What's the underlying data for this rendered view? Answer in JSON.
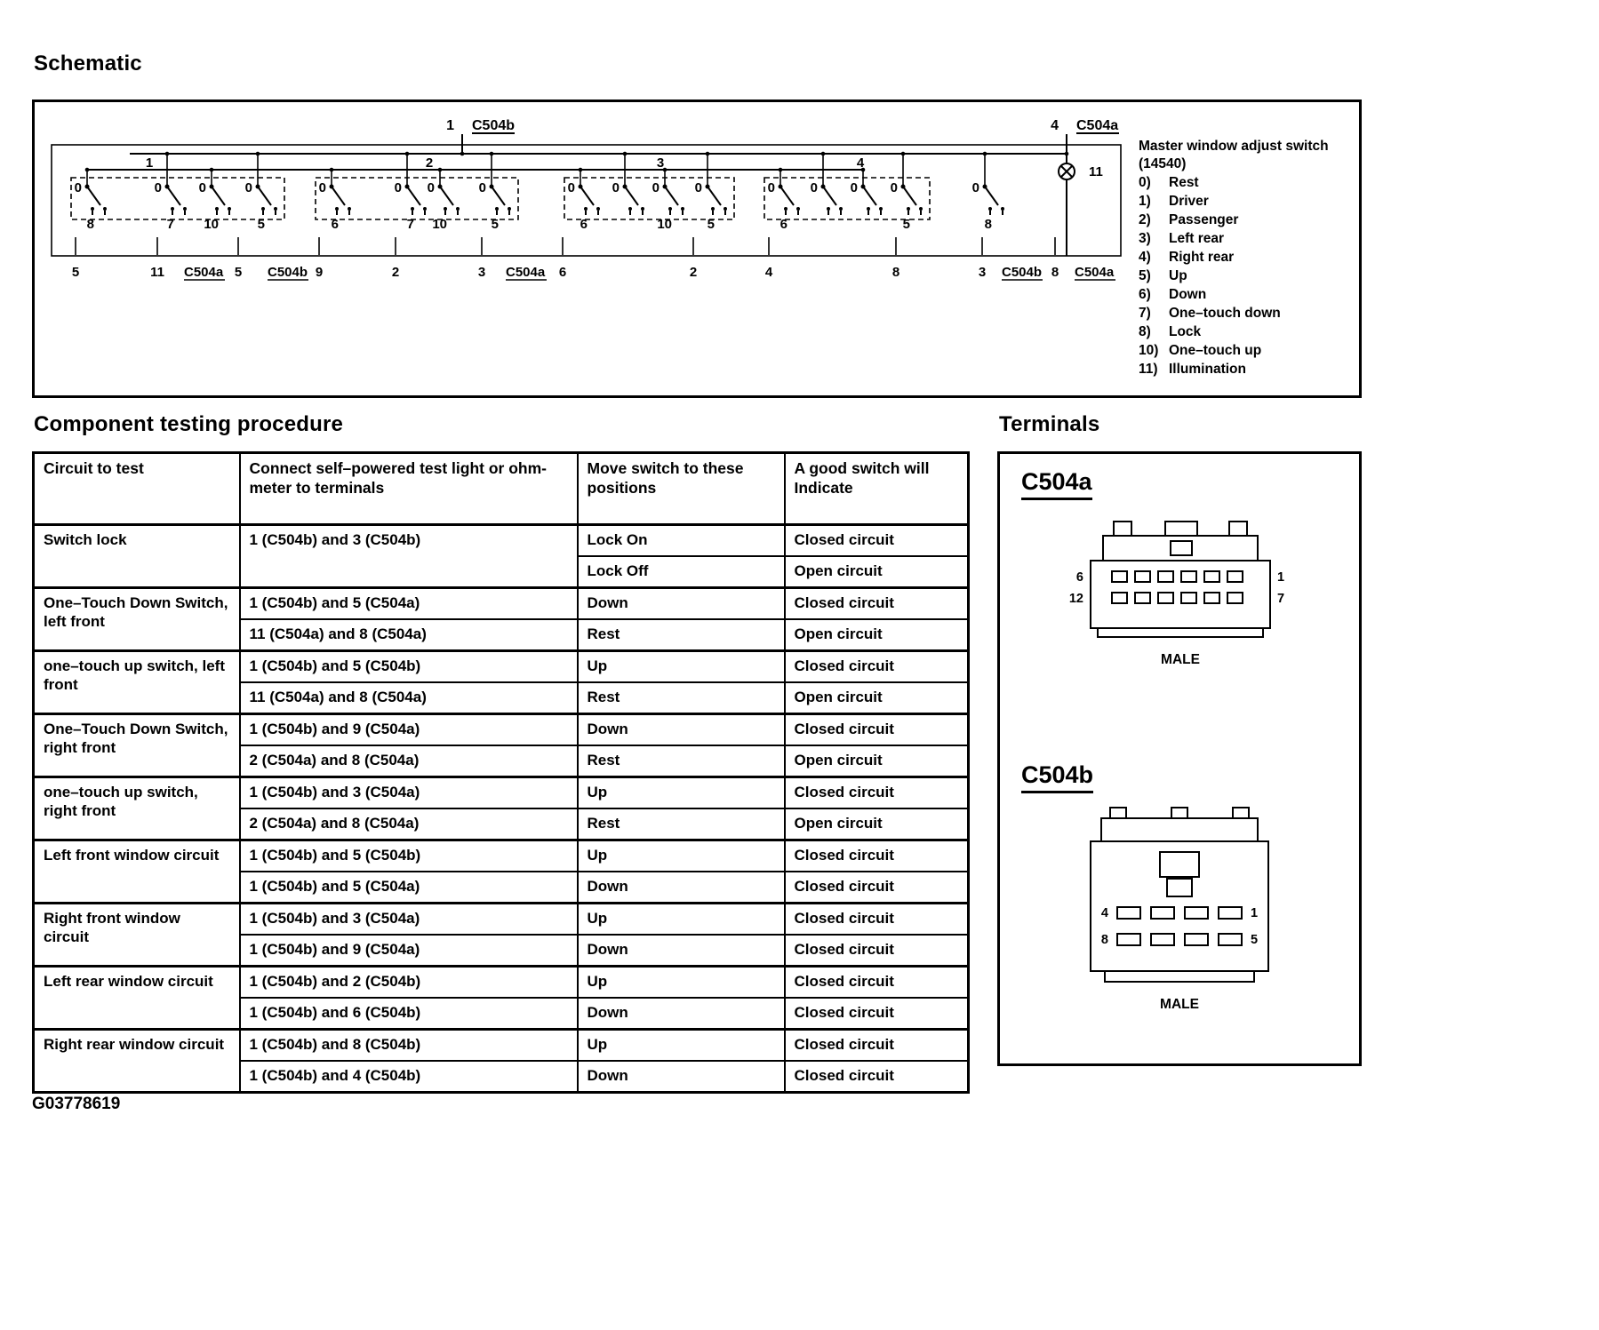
{
  "page": {
    "footer_code": "G03778619"
  },
  "schematic": {
    "title": "Schematic",
    "top_left_pin": "1",
    "top_left_connector": "C504b",
    "top_right_pin": "4",
    "top_right_connector": "C504a",
    "lamp_label": "11",
    "contact_label": "0",
    "group_labels": [
      "1",
      "2",
      "3",
      "4"
    ],
    "terminal_numbers": [
      "8",
      "7",
      "10",
      "5",
      "6",
      "7",
      "10",
      "5",
      "6",
      "10",
      "5",
      "6",
      "5",
      "8"
    ],
    "bottom_row": [
      "5",
      "11",
      "C504a",
      "5",
      "C504b",
      "9",
      "2",
      "3",
      "C504a",
      "6",
      "2",
      "4",
      "8",
      "3",
      "C504b",
      "8",
      "C504a"
    ],
    "legend": {
      "title_line1": "Master window adjust switch",
      "title_line2": "(14540)",
      "items": [
        {
          "num": "0)",
          "label": "Rest"
        },
        {
          "num": "1)",
          "label": "Driver"
        },
        {
          "num": "2)",
          "label": "Passenger"
        },
        {
          "num": "3)",
          "label": "Left rear"
        },
        {
          "num": "4)",
          "label": "Right rear"
        },
        {
          "num": "5)",
          "label": "Up"
        },
        {
          "num": "6)",
          "label": "Down"
        },
        {
          "num": "7)",
          "label": "One–touch down"
        },
        {
          "num": "8)",
          "label": "Lock"
        },
        {
          "num": "10)",
          "label": "One–touch up"
        },
        {
          "num": "11)",
          "label": "Illumination"
        }
      ]
    }
  },
  "testing": {
    "title": "Component testing procedure",
    "headers": [
      "Circuit to test",
      "Connect self–powered test light or ohm-meter to terminals",
      "Move switch to these positions",
      "A good switch will Indicate"
    ],
    "rows": [
      {
        "circuit": "Switch lock",
        "terminals": "1 (C504b) and 3 (C504b)",
        "subs": [
          {
            "position": "Lock On",
            "result": "Closed circuit"
          },
          {
            "position": "Lock Off",
            "result": "Open circuit"
          }
        ]
      },
      {
        "circuit": "One–Touch Down Switch, left front",
        "subs": [
          {
            "terminals": "1 (C504b) and 5 (C504a)",
            "position": "Down",
            "result": "Closed circuit"
          },
          {
            "terminals": "11 (C504a) and 8 (C504a)",
            "position": "Rest",
            "result": "Open circuit"
          }
        ]
      },
      {
        "circuit": "one–touch up switch, left front",
        "subs": [
          {
            "terminals": "1 (C504b) and 5 (C504b)",
            "position": "Up",
            "result": "Closed circuit"
          },
          {
            "terminals": "11 (C504a) and 8 (C504a)",
            "position": "Rest",
            "result": "Open circuit"
          }
        ]
      },
      {
        "circuit": "One–Touch Down Switch, right front",
        "subs": [
          {
            "terminals": "1 (C504b) and 9 (C504a)",
            "position": "Down",
            "result": "Closed circuit"
          },
          {
            "terminals": "2 (C504a) and 8 (C504a)",
            "position": "Rest",
            "result": "Open circuit"
          }
        ]
      },
      {
        "circuit": "one–touch up switch, right front",
        "subs": [
          {
            "terminals": "1 (C504b) and 3 (C504a)",
            "position": "Up",
            "result": "Closed circuit"
          },
          {
            "terminals": "2 (C504a) and 8 (C504a)",
            "position": "Rest",
            "result": "Open circuit"
          }
        ]
      },
      {
        "circuit": "Left front window circuit",
        "subs": [
          {
            "terminals": "1 (C504b) and 5 (C504b)",
            "position": "Up",
            "result": "Closed circuit"
          },
          {
            "terminals": "1 (C504b) and 5 (C504a)",
            "position": "Down",
            "result": "Closed circuit"
          }
        ]
      },
      {
        "circuit": "Right front window circuit",
        "subs": [
          {
            "terminals": "1 (C504b) and 3 (C504a)",
            "position": "Up",
            "result": "Closed circuit"
          },
          {
            "terminals": "1 (C504b) and 9 (C504a)",
            "position": "Down",
            "result": "Closed circuit"
          }
        ]
      },
      {
        "circuit": "Left rear window circuit",
        "subs": [
          {
            "terminals": "1 (C504b) and 2 (C504b)",
            "position": "Up",
            "result": "Closed circuit"
          },
          {
            "terminals": "1 (C504b) and 6 (C504b)",
            "position": "Down",
            "result": "Closed circuit"
          }
        ]
      },
      {
        "circuit": "Right rear window circuit",
        "subs": [
          {
            "terminals": "1 (C504b) and 8 (C504b)",
            "position": "Up",
            "result": "Closed circuit"
          },
          {
            "terminals": "1 (C504b) and 4 (C504b)",
            "position": "Down",
            "result": "Closed circuit"
          }
        ]
      }
    ]
  },
  "terminals": {
    "title": "Terminals",
    "c504a": {
      "name": "C504a",
      "row1_left": "6",
      "row1_right": "1",
      "row2_left": "12",
      "row2_right": "7",
      "gender": "MALE"
    },
    "c504b": {
      "name": "C504b",
      "row1_left": "4",
      "row1_right": "1",
      "row2_left": "8",
      "row2_right": "5",
      "gender": "MALE"
    }
  }
}
